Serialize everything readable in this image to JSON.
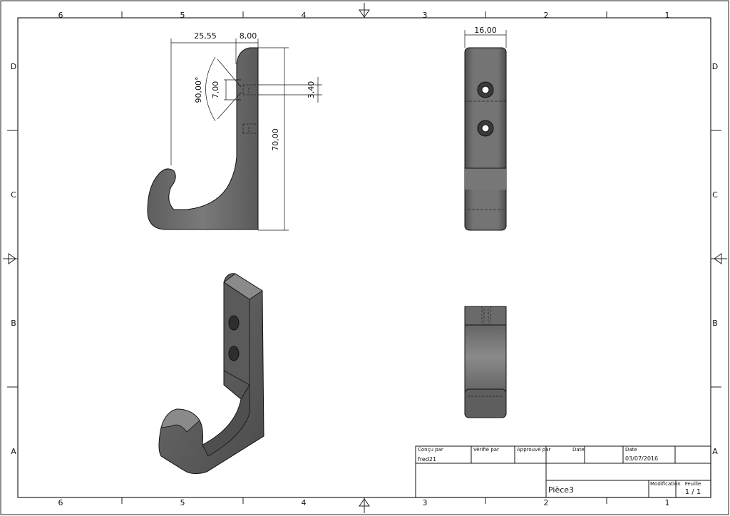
{
  "frame": {
    "columns": [
      "6",
      "5",
      "4",
      "3",
      "2",
      "1"
    ],
    "rows": [
      "D",
      "C",
      "B",
      "A"
    ]
  },
  "side_view": {
    "dim_width_hook": "25,55",
    "dim_width_back": "8,00",
    "dim_height": "70,00",
    "dim_angle": "90,00°",
    "dim_csk": "7,00",
    "dim_hole": "3,40"
  },
  "front_view": {
    "dim_width": "16,00"
  },
  "title_block": {
    "designed_by_label": "Conçu par",
    "designed_by_value": "fred21",
    "checked_by_label": "Vérifié par",
    "approved_by_label": "Approuvé par",
    "date_label_1": "Date",
    "date_label_2": "Date",
    "date_value": "03/07/2016",
    "part_name": "Pièce3",
    "modification_label": "Modification",
    "sheet_label": "Feuille",
    "sheet_value": "1 / 1"
  },
  "colors": {
    "part_fill": "#6b6b6b",
    "line": "#111111"
  }
}
